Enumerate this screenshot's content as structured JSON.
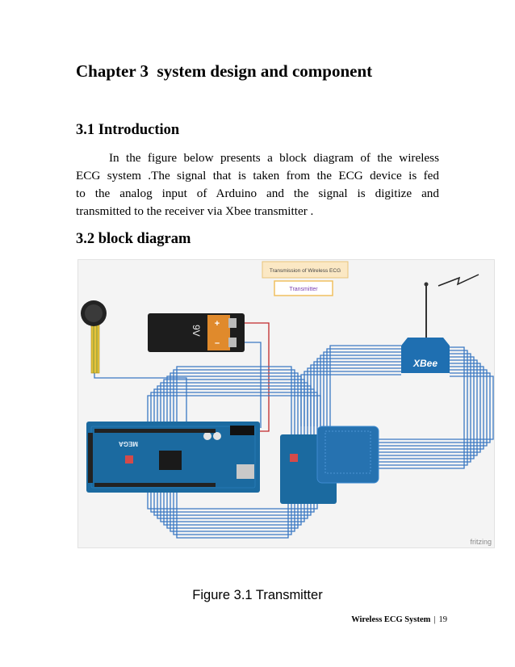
{
  "document": {
    "chapter_title": "Chapter 3  system design and component",
    "section_intro_title": "3.1 Introduction",
    "intro_lines": [
      "In the figure below presents a block diagram of the wireless",
      "ECG system .The signal that is taken from the ECG device is fed",
      "to the analog input of Arduino and the signal is digitize and",
      "transmitted  to the receiver via Xbee transmitter ."
    ],
    "section_diagram_title": "3.2 block diagram",
    "figure": {
      "header_label": "Transmission of Wireless ECG",
      "sub_label": "Transmitter",
      "xbee_label": "XBee",
      "battery_label": "9V",
      "battery_plus": "+",
      "battery_minus": "–",
      "arduino_label": "MEGA",
      "watermark": "fritzing",
      "colors": {
        "wire_blue": "#3a78c2",
        "wire_red": "#c0282a",
        "board_blue": "#1b6aa0",
        "xbee_blue": "#1f6fb1",
        "battery_orange": "#e08a2c"
      }
    },
    "caption": "Figure 3.1 Transmitter",
    "footer_title": "Wireless ECG System",
    "footer_separator": "|",
    "page_number": "19"
  }
}
